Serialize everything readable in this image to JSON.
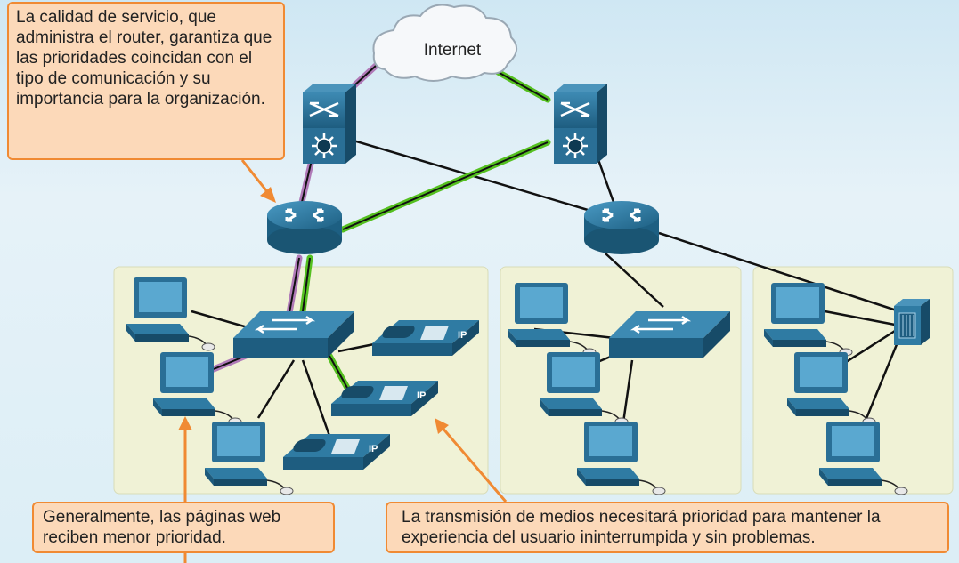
{
  "cloud": {
    "label": "Internet"
  },
  "callouts": {
    "qos": "La calidad de servicio, que administra el router, garantiza que las prioridades coincidan con el tipo de comunicación y su importancia para la organización.",
    "web": "Generalmente, las páginas web reciben menor prioridad.",
    "media": "La transmisión de medios necesitará prioridad para mantener la experiencia del usuario ininterrumpida y sin problemas."
  },
  "phones": {
    "badge": "IP"
  },
  "colors": {
    "device_blue": "#2f7ba3",
    "zone_fill": "#f0f2d6",
    "callout_fill": "#fcd9b9",
    "callout_border": "#f08a33",
    "priority_path": "#55c020",
    "web_path": "#b07ab8"
  }
}
